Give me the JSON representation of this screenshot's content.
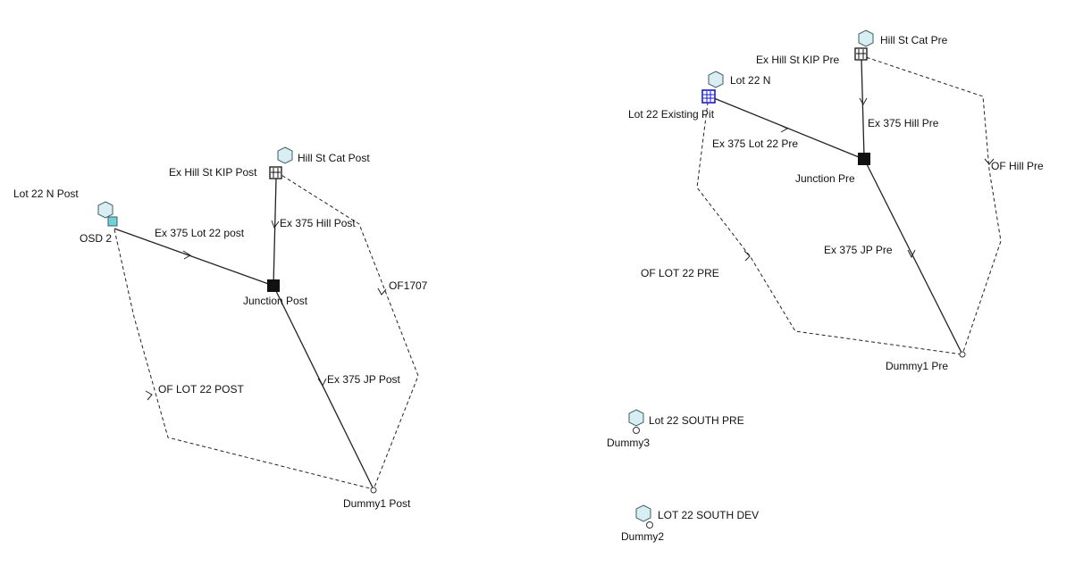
{
  "post_network": {
    "lot22_n_post": "Lot 22 N Post",
    "osd2": "OSD 2",
    "hill_st_cat_post": "Hill St Cat Post",
    "ex_hill_st_kip_post": "Ex Hill St KIP Post",
    "ex375_lot22_post": "Ex 375 Lot 22 post",
    "ex375_hill_post": "Ex 375 Hill Post",
    "junction_post": "Junction Post",
    "of1707": "OF1707",
    "ex375_jp_post": "Ex 375 JP Post",
    "of_lot22_post": "OF LOT 22 POST",
    "dummy1_post": "Dummy1 Post"
  },
  "pre_network": {
    "hill_st_cat_pre": "Hill St Cat Pre",
    "ex_hill_st_kip_pre": "Ex Hill St KIP Pre",
    "lot22_n": "Lot 22 N",
    "lot22_existing_pit": "Lot 22 Existing Pit",
    "ex375_hill_pre": "Ex 375 Hill Pre",
    "ex375_lot22_pre": "Ex 375 Lot 22 Pre",
    "junction_pre": "Junction Pre",
    "of_hill_pre": "OF Hill Pre",
    "ex375_jp_pre": "Ex 375 JP Pre",
    "of_lot22_pre": "OF LOT 22 PRE",
    "dummy1_pre": "Dummy1 Pre"
  },
  "south": {
    "lot22_south_pre": "Lot 22 SOUTH PRE",
    "dummy3": "Dummy3",
    "lot22_south_dev": "LOT 22 SOUTH DEV",
    "dummy2": "Dummy2"
  }
}
